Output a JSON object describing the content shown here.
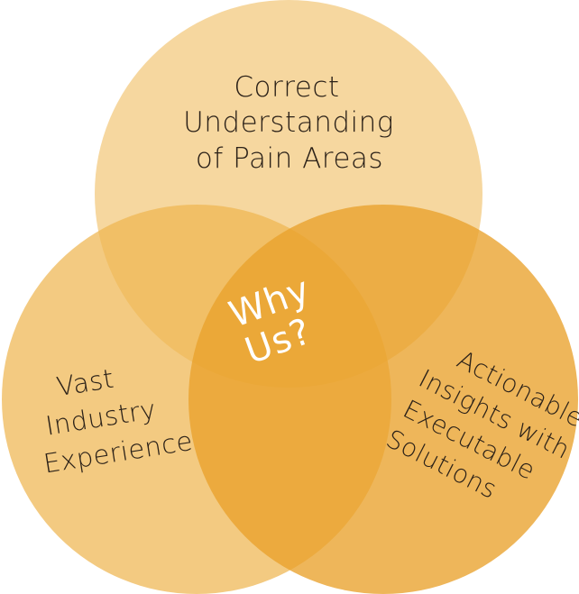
{
  "diagram": {
    "circles": [
      {
        "id": "top",
        "label_lines": [
          "Correct",
          "Understanding",
          "of Pain Areas"
        ],
        "fill": "#f3c77a"
      },
      {
        "id": "left",
        "label_lines": [
          "Vast",
          "Industry",
          "Experience"
        ],
        "fill": "#efb650"
      },
      {
        "id": "right",
        "label_lines": [
          "Actionable",
          "Insights with",
          "Executable",
          "Solutions"
        ],
        "fill": "#e9a22c"
      }
    ],
    "center_label_lines": [
      "Why",
      "Us?"
    ],
    "colors": {
      "center_text": "#ffffff",
      "label_text": "#2b2118",
      "overlap_center": "#e79a1c"
    }
  }
}
